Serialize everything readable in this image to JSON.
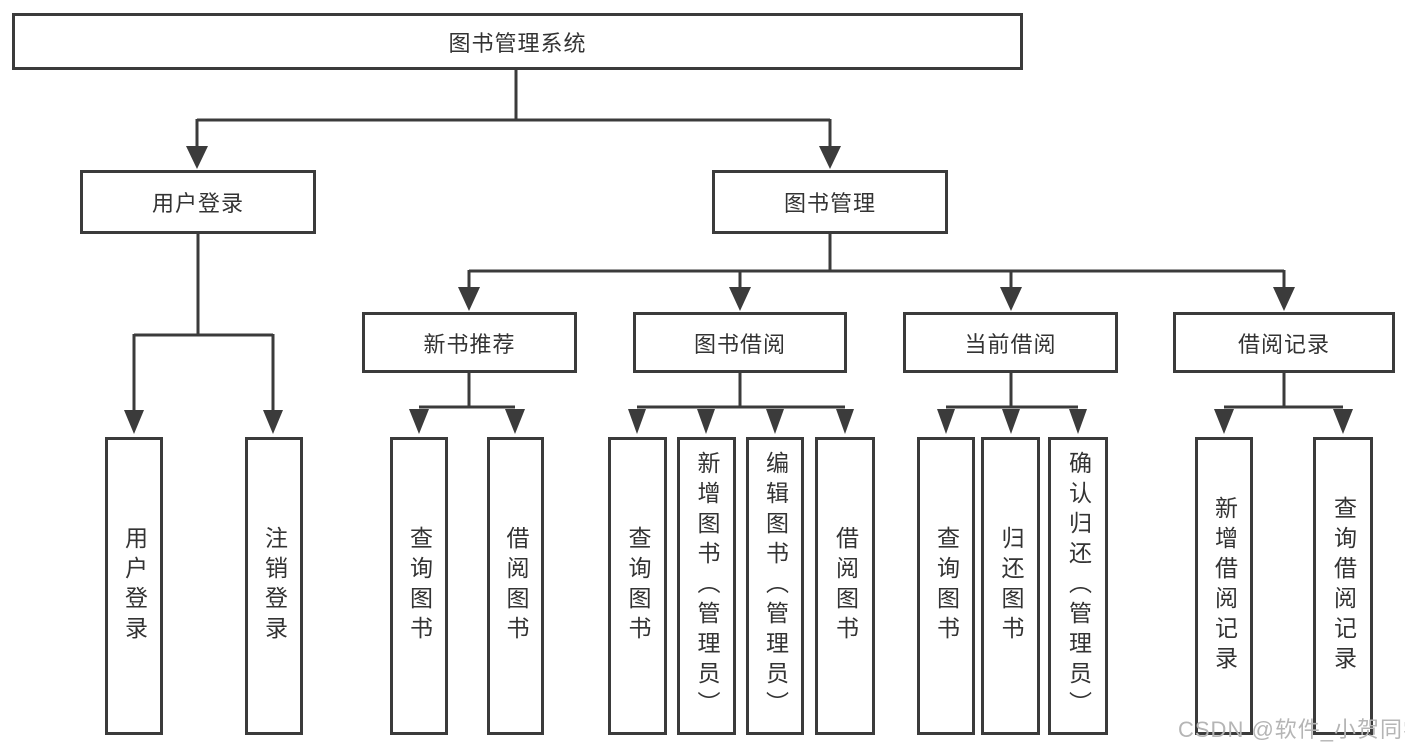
{
  "tree": {
    "label": "图书管理系统",
    "children": [
      {
        "label": "用户登录",
        "children": [
          {
            "label": "用户登录"
          },
          {
            "label": "注销登录"
          }
        ]
      },
      {
        "label": "图书管理",
        "children": [
          {
            "label": "新书推荐",
            "children": [
              {
                "label": "查询图书"
              },
              {
                "label": "借阅图书"
              }
            ]
          },
          {
            "label": "图书借阅",
            "children": [
              {
                "label": "查询图书"
              },
              {
                "label": "新增图书（管理员）"
              },
              {
                "label": "编辑图书（管理员）"
              },
              {
                "label": "借阅图书"
              }
            ]
          },
          {
            "label": "当前借阅",
            "children": [
              {
                "label": "查询图书"
              },
              {
                "label": "归还图书"
              },
              {
                "label": "确认归还（管理员）"
              }
            ]
          },
          {
            "label": "借阅记录",
            "children": [
              {
                "label": "新增借阅记录"
              },
              {
                "label": "查询借阅记录"
              }
            ]
          }
        ]
      }
    ]
  },
  "watermark": "CSDN @软件_小贺同学",
  "colors": {
    "line": "#3b3b3b",
    "box_border": "#3b3b3b",
    "text": "#333333",
    "watermark": "#b5b5b5",
    "background": "#ffffff"
  }
}
